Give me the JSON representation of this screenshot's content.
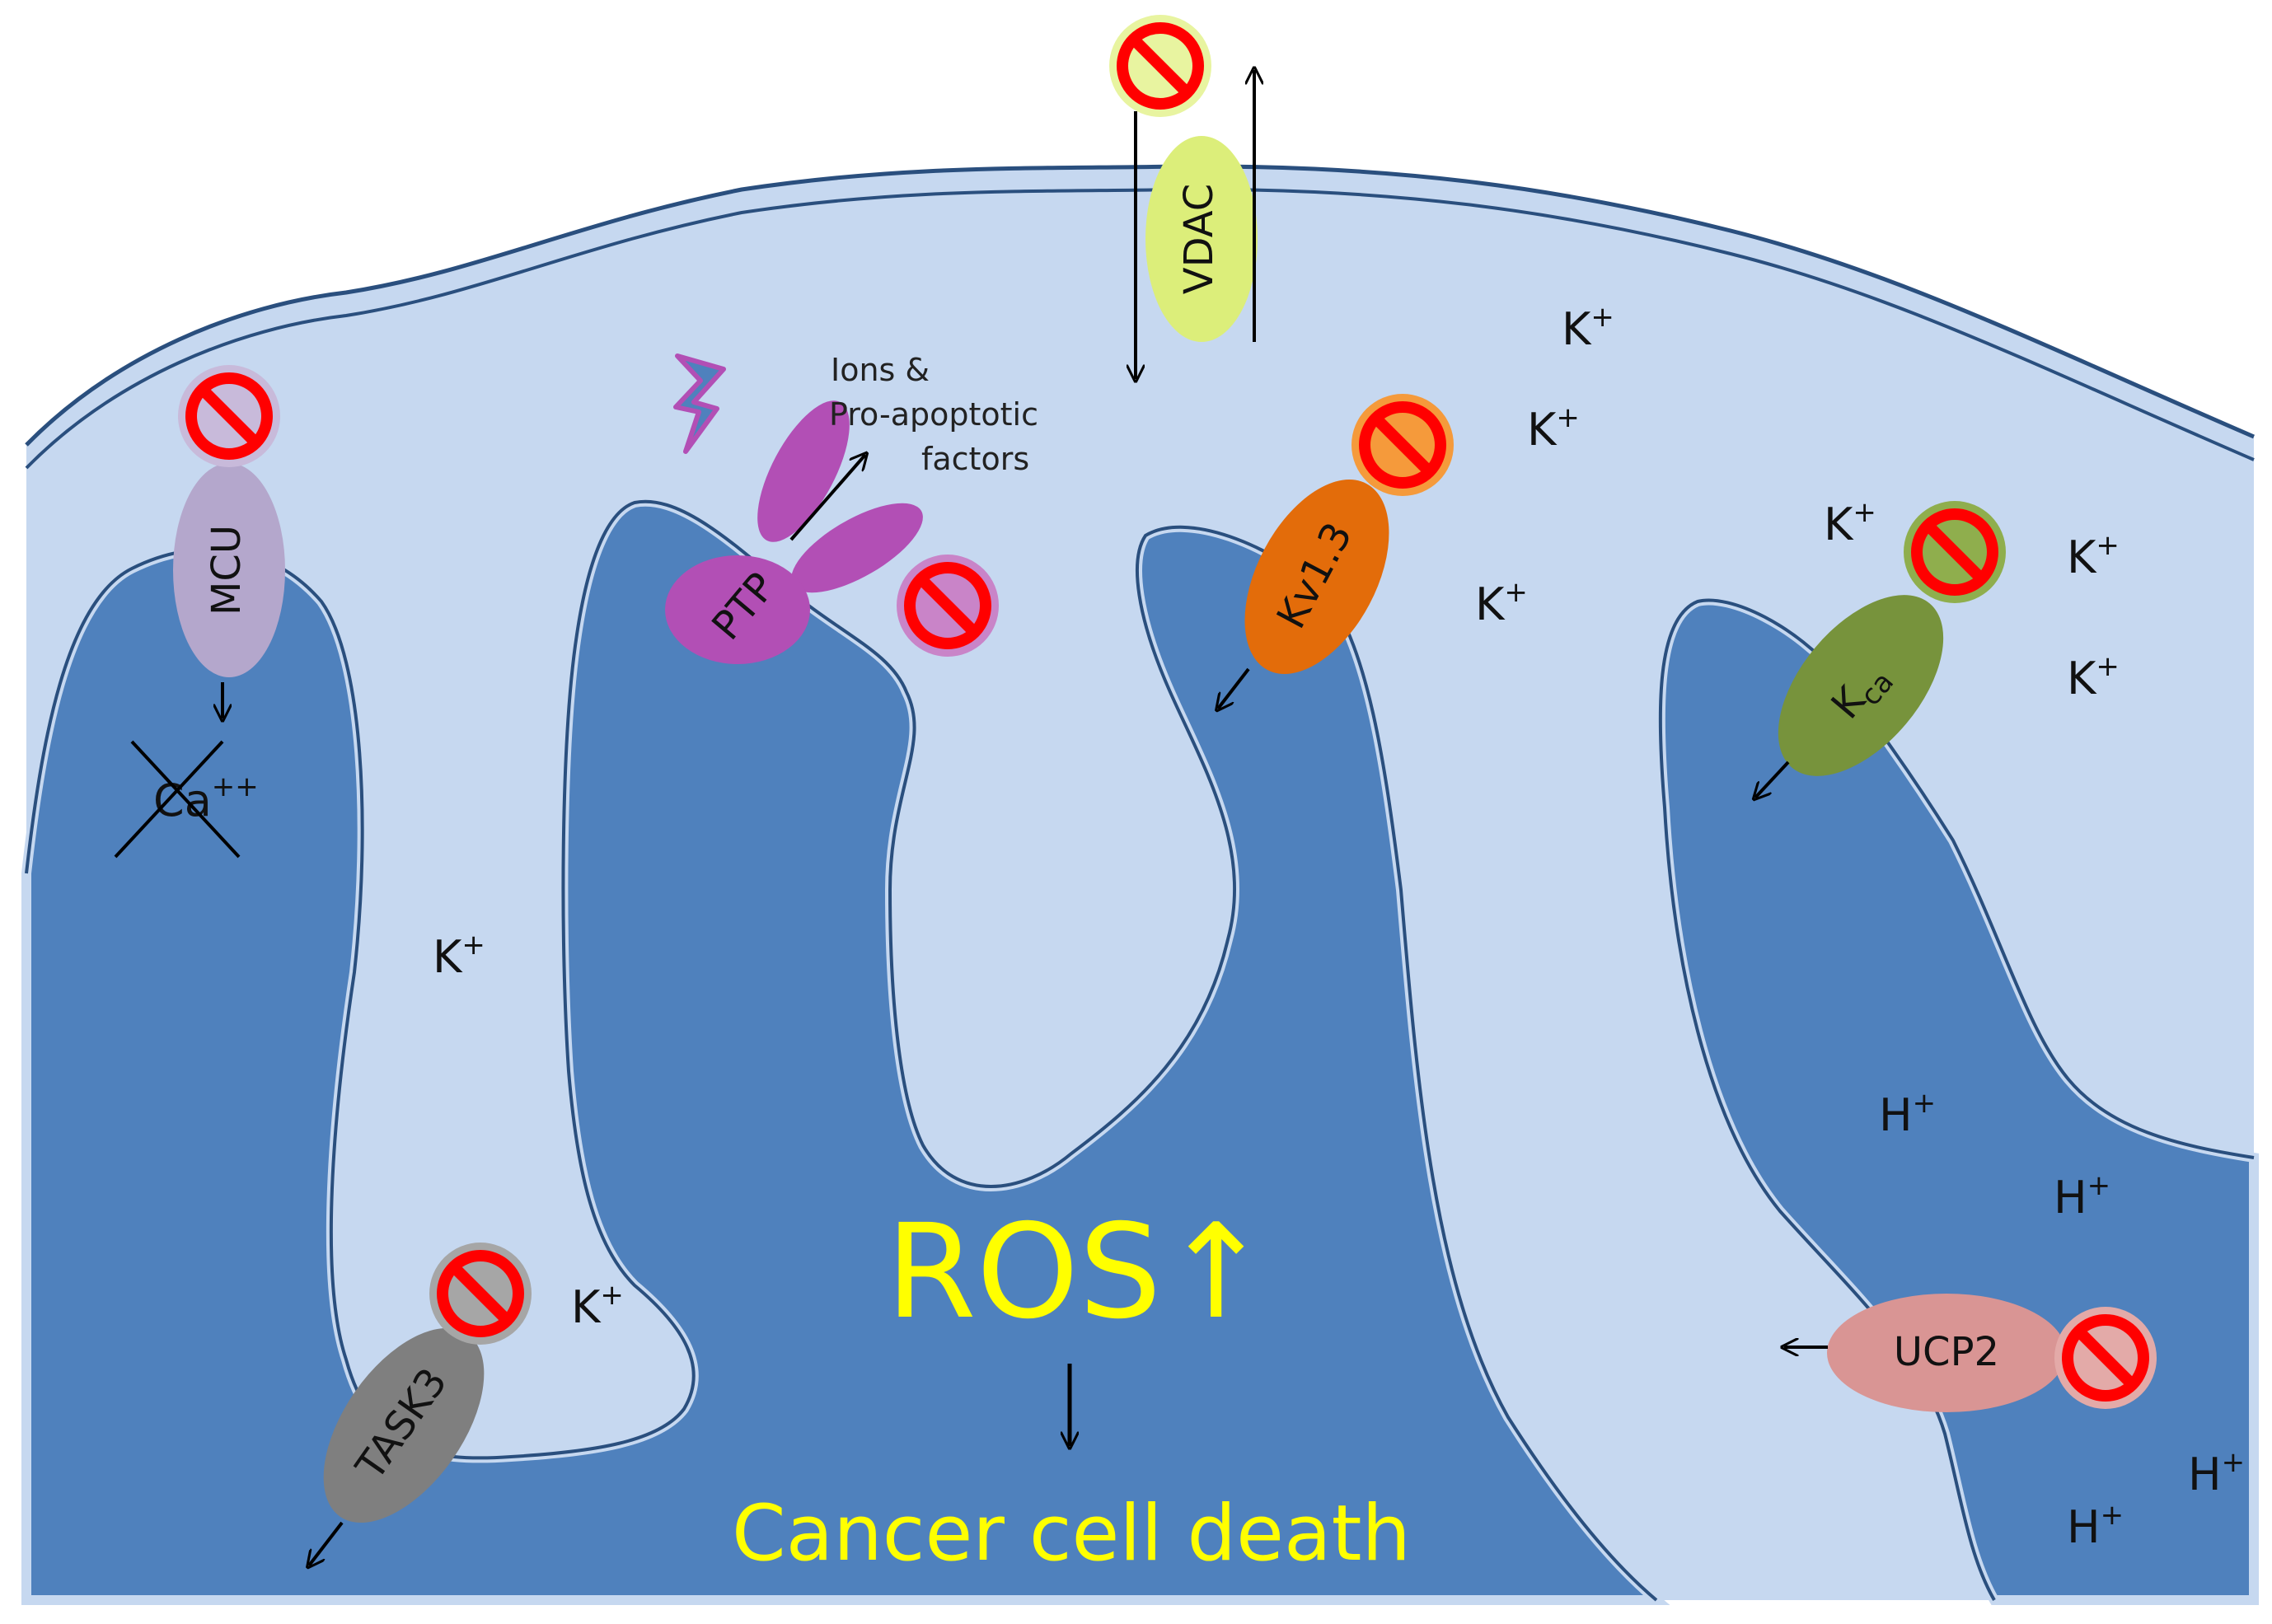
{
  "colors": {
    "outer_space": "#c6d8f0",
    "matrix": "#4f81bd",
    "membrane_line": "#2a4f7e",
    "inhibit": "#ff0000",
    "highlight_text": "#ffff00"
  },
  "channels": {
    "vdac": {
      "label": "VDAC",
      "color": "#dcee7a"
    },
    "mcu": {
      "label": "MCU",
      "color": "#b4a7cc"
    },
    "ptp": {
      "label": "PTP",
      "color": "#b24fb5"
    },
    "kv13": {
      "label": "Kv1.3",
      "color": "#e36c0a"
    },
    "kca": {
      "label": "K",
      "sub": "ca",
      "color": "#77933c"
    },
    "task3": {
      "label": "TASK3",
      "color": "#7f7f7f"
    },
    "ucp2": {
      "label": "UCP2",
      "color": "#d99594"
    }
  },
  "ions": {
    "k": "K",
    "k_charge": "+",
    "h": "H",
    "h_charge": "+",
    "ca": "Ca",
    "ca_charge": "++"
  },
  "annotations": {
    "ptp_line1": "Ions &",
    "ptp_line2": "Pro-apoptotic",
    "ptp_line3": "factors"
  },
  "outcome": {
    "ros": "ROS",
    "ros_arrow": "↑",
    "death": "Cancer cell death"
  },
  "icons": {
    "inhibit": "no-symbol-icon",
    "lightning": "lightning-bolt-icon"
  }
}
